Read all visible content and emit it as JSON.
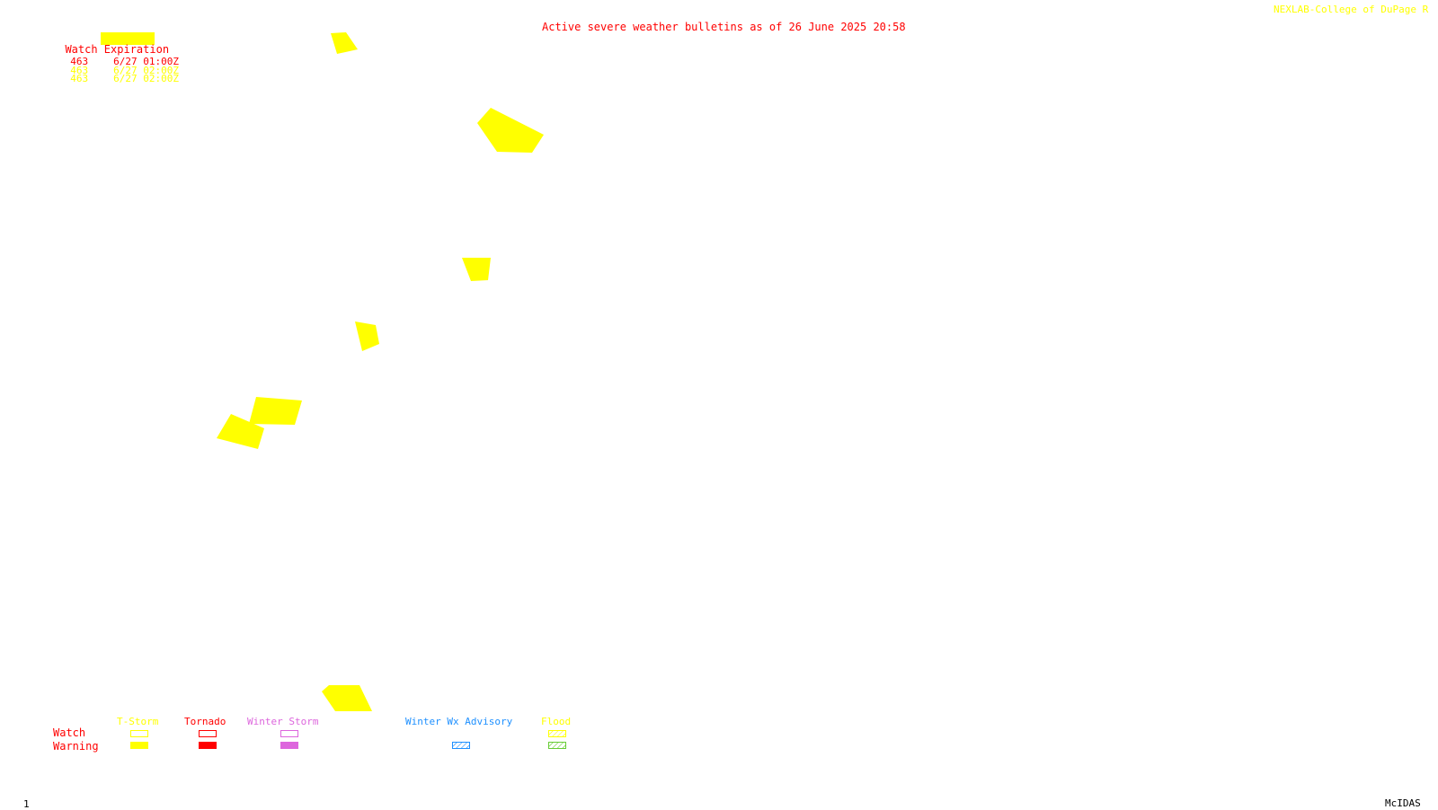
{
  "header": {
    "title": "Active severe weather bulletins as of 26 June 2025 20:58",
    "credit": "NEXLAB-College of DuPage R"
  },
  "watch_table": {
    "heading": "Watch Expiration",
    "rows": [
      {
        "number": "463",
        "expires": "6/27 01:00Z",
        "color": "#ff0000"
      },
      {
        "number": "463",
        "expires": "6/27 02:00Z",
        "color": "#ffff00"
      },
      {
        "number": "463",
        "expires": "6/27 02:00Z",
        "color": "#ffff00"
      }
    ]
  },
  "legend": {
    "row_labels": {
      "watch": "Watch",
      "warning": "Warning"
    },
    "categories": [
      {
        "label": "T-Storm",
        "color": "#ffff00",
        "watch_style": "outline",
        "warning_style": "solid"
      },
      {
        "label": "Tornado",
        "color": "#ff0000",
        "watch_style": "outline",
        "warning_style": "solid"
      },
      {
        "label": "Winter Storm",
        "color": "#dd66dd",
        "watch_style": "outline",
        "warning_style": "solid"
      },
      {
        "label": "Winter Wx Advisory",
        "color": "#1e90ff",
        "watch_style": "none",
        "warning_style": "hatched"
      },
      {
        "label": "Flood",
        "color": "#ffff00",
        "watch_style": "hatched",
        "warning_style": "hatched",
        "warning_color": "#66cc33"
      }
    ]
  },
  "footer": {
    "frame_number": "1",
    "software": "McIDAS"
  },
  "colors": {
    "background": "#ffffff",
    "tstorm_warning": "#ffff00",
    "title": "#ff0000"
  },
  "map": {
    "warning_polygons_count": 7,
    "polygon_type": "T-Storm warning"
  }
}
